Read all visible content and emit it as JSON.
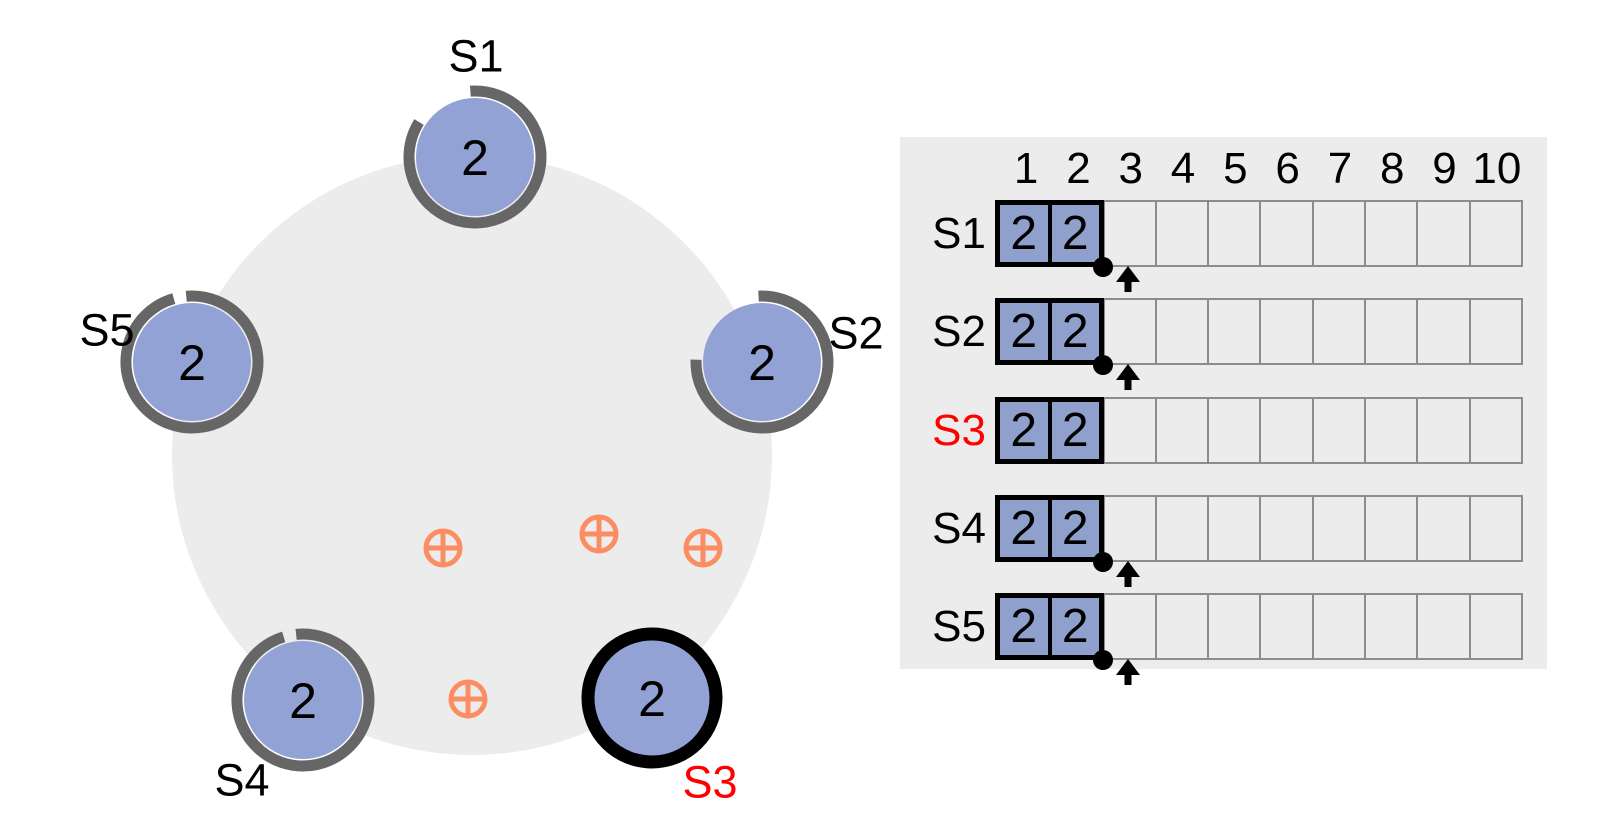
{
  "diagram": {
    "servers": [
      {
        "name": "S1",
        "term": "2"
      },
      {
        "name": "S2",
        "term": "2"
      },
      {
        "name": "S3",
        "term": "2"
      },
      {
        "name": "S4",
        "term": "2"
      },
      {
        "name": "S5",
        "term": "2"
      }
    ],
    "highlighted_server": "S3",
    "messages": {
      "count": 4,
      "icon": "circled-plus"
    }
  },
  "log_panel": {
    "columns": [
      "1",
      "2",
      "3",
      "4",
      "5",
      "6",
      "7",
      "8",
      "9",
      "10"
    ],
    "rows": [
      {
        "name": "S1",
        "entries": [
          "2",
          "2"
        ],
        "log_end_dot": true,
        "commit_arrow": true
      },
      {
        "name": "S2",
        "entries": [
          "2",
          "2"
        ],
        "log_end_dot": true,
        "commit_arrow": true
      },
      {
        "name": "S3",
        "entries": [
          "2",
          "2"
        ],
        "log_end_dot": false,
        "commit_arrow": false
      },
      {
        "name": "S4",
        "entries": [
          "2",
          "2"
        ],
        "log_end_dot": true,
        "commit_arrow": true
      },
      {
        "name": "S5",
        "entries": [
          "2",
          "2"
        ],
        "log_end_dot": true,
        "commit_arrow": true
      }
    ]
  },
  "colors": {
    "node_fill": "#92a2d4",
    "entry_fill": "#8fa0cd",
    "message_orange": "#fc8d62",
    "highlight_red": "#ff0000",
    "timer_gray": "#666666",
    "leader_ring_black": "#000000",
    "panel_gray": "#ececec",
    "grid_line_gray": "#8c8c8c"
  }
}
